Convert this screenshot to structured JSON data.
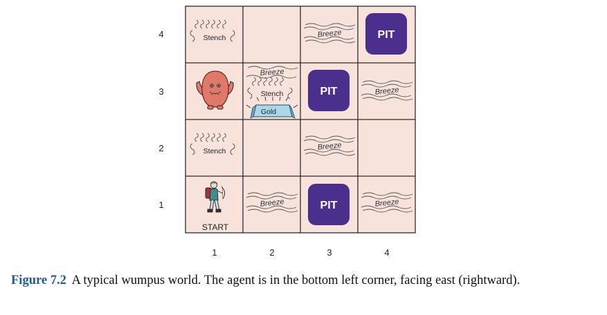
{
  "grid": {
    "row_labels": [
      "4",
      "3",
      "2",
      "1"
    ],
    "col_labels": [
      "1",
      "2",
      "3",
      "4"
    ]
  },
  "cells": {
    "r4c1": {
      "percept": "Stench"
    },
    "r4c3": {
      "percept": "Breeze"
    },
    "r4c4": {
      "object": "PIT"
    },
    "r3c1": {
      "object": "wumpus"
    },
    "r3c2": {
      "percept_breeze": "Breeze",
      "percept_stench": "Stench",
      "object": "Gold"
    },
    "r3c3": {
      "object": "PIT"
    },
    "r3c4": {
      "percept": "Breeze"
    },
    "r2c1": {
      "percept": "Stench"
    },
    "r2c3": {
      "percept": "Breeze"
    },
    "r1c1": {
      "object": "agent",
      "label": "START"
    },
    "r1c2": {
      "percept": "Breeze"
    },
    "r1c3": {
      "object": "PIT"
    },
    "r1c4": {
      "percept": "Breeze"
    }
  },
  "caption": {
    "label": "Figure 7.2",
    "text": "A typical wumpus world.  The agent is in the bottom left corner, facing east (rightward)."
  },
  "colors": {
    "cell_fill": "#f7e3dc",
    "grid_line": "#2b2b2b",
    "pit_fill": "#4a2f8c",
    "wumpus_fill": "#e0796a",
    "gold_fill": "#a9d8ea",
    "caption_label": "#1f5a96"
  }
}
